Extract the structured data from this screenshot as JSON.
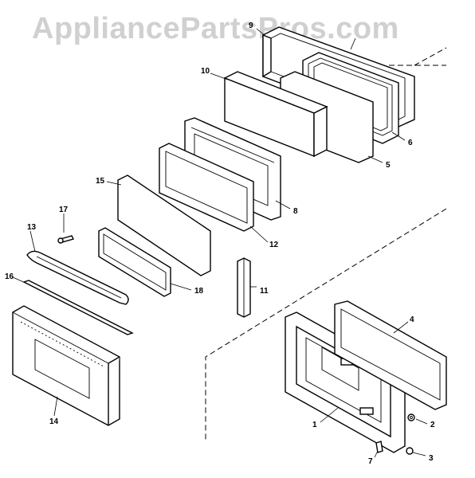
{
  "watermark": "AppliancePartsPros.com",
  "callouts": [
    {
      "id": "c1",
      "label": "1"
    },
    {
      "id": "c2",
      "label": "2"
    },
    {
      "id": "c3",
      "label": "3"
    },
    {
      "id": "c4",
      "label": "4"
    },
    {
      "id": "c5",
      "label": "5"
    },
    {
      "id": "c6",
      "label": "6"
    },
    {
      "id": "c7",
      "label": "7"
    },
    {
      "id": "c8",
      "label": "8"
    },
    {
      "id": "c9",
      "label": "9"
    },
    {
      "id": "c10",
      "label": "10"
    },
    {
      "id": "c11",
      "label": "11"
    },
    {
      "id": "c12",
      "label": "12"
    },
    {
      "id": "c13",
      "label": "13"
    },
    {
      "id": "c14",
      "label": "14"
    },
    {
      "id": "c15",
      "label": "15"
    },
    {
      "id": "c16",
      "label": "16"
    },
    {
      "id": "c17",
      "label": "17"
    },
    {
      "id": "c18",
      "label": "18"
    }
  ]
}
